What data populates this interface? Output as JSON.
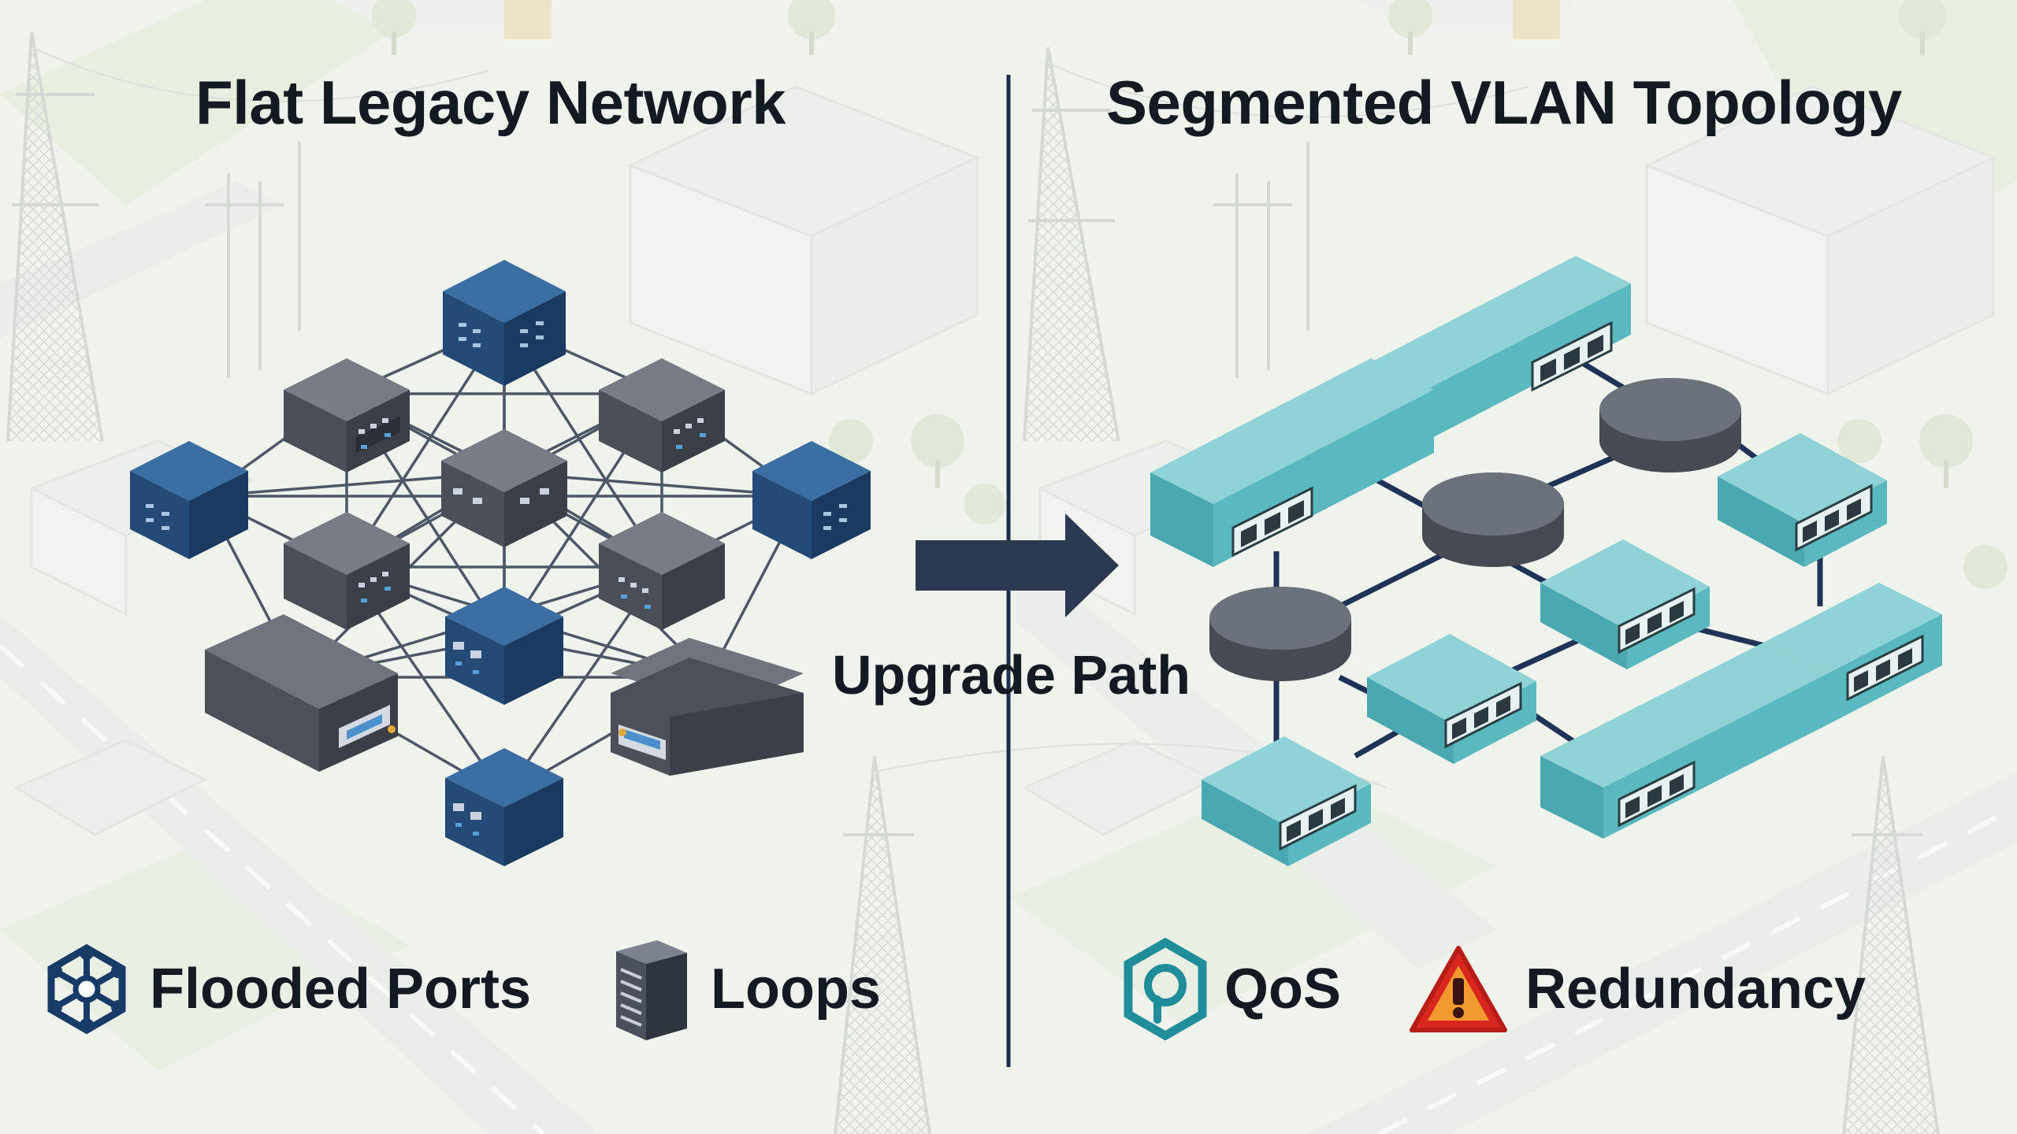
{
  "left_panel": {
    "title": "Flat Legacy Network",
    "legend": [
      {
        "label": "Flooded Ports",
        "icon": "network-hub-icon",
        "color": "#173a66"
      },
      {
        "label": "Loops",
        "icon": "server-rack-icon",
        "color": "#3e4653"
      }
    ]
  },
  "transition": {
    "label": "Upgrade Path",
    "icon": "right-arrow-icon",
    "color": "#2c3a4f"
  },
  "right_panel": {
    "title": "Segmented VLAN Topology",
    "legend": [
      {
        "label": "QoS",
        "icon": "shield-pin-icon",
        "color": "#1f8d9a"
      },
      {
        "label": "Redundancy",
        "icon": "warning-triangle-icon",
        "color": "#d9271f"
      }
    ]
  },
  "colors": {
    "divider": "#1c2e4a",
    "blue_switch": "#2d5b8c",
    "gray_switch": "#5a5f68",
    "teal_switch": "#6cc3c8",
    "link": "#1e3356"
  }
}
